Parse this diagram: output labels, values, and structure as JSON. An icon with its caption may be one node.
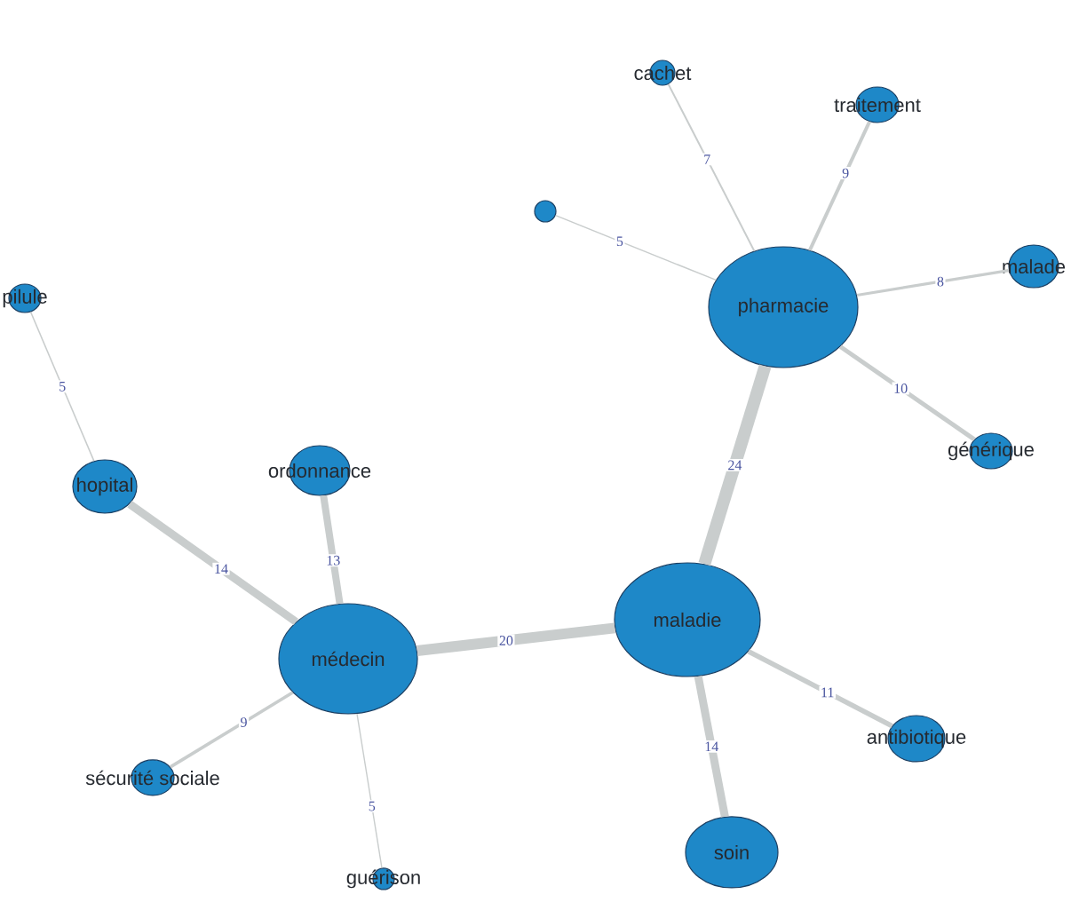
{
  "diagram": {
    "nodes": [
      {
        "text": [
          "cachet"
        ]
      },
      {
        "text": [
          "traitement"
        ]
      },
      {
        "text": [],
        "shape": "circle"
      },
      {
        "text": [
          "malade"
        ]
      },
      {
        "text": [
          "pilule"
        ]
      },
      {
        "text": [
          "pharmacie"
        ]
      },
      {
        "text": [
          "générique"
        ]
      },
      {
        "text": [
          "ordonnance"
        ]
      },
      {
        "text": [
          "hopital"
        ]
      },
      {
        "text": [
          "maladie"
        ]
      },
      {
        "text": [
          "médecin"
        ]
      },
      {
        "text": [
          "antibiotique"
        ]
      },
      {
        "text": [
          "sécurité sociale"
        ]
      },
      {
        "text": [
          "soin"
        ]
      },
      {
        "text": [
          "guérison"
        ]
      }
    ],
    "edges": [
      {
        "from": 5,
        "to": 0,
        "arrow": "none",
        "label": "7"
      },
      {
        "from": 5,
        "to": 1,
        "arrow": "none",
        "label": "9"
      },
      {
        "from": 5,
        "to": 2,
        "arrow": "none",
        "label": "5"
      },
      {
        "from": 5,
        "to": 3,
        "arrow": "none",
        "label": "8"
      },
      {
        "from": 5,
        "to": 6,
        "arrow": "none",
        "label": "10"
      },
      {
        "from": 5,
        "to": 9,
        "arrow": "none",
        "label": "24",
        "style": "thick"
      },
      {
        "from": 9,
        "to": 10,
        "arrow": "none",
        "label": "20",
        "style": "thick"
      },
      {
        "from": 9,
        "to": 11,
        "arrow": "none",
        "label": "11"
      },
      {
        "from": 9,
        "to": 13,
        "arrow": "none",
        "label": "14",
        "style": "thick"
      },
      {
        "from": 10,
        "to": 8,
        "arrow": "none",
        "label": "14",
        "style": "thick"
      },
      {
        "from": 10,
        "to": 7,
        "arrow": "none",
        "label": "13",
        "style": "thick"
      },
      {
        "from": 10,
        "to": 12,
        "arrow": "none",
        "label": "9"
      },
      {
        "from": 10,
        "to": 14,
        "arrow": "none",
        "label": "5"
      },
      {
        "from": 8,
        "to": 4,
        "arrow": "none",
        "label": "5"
      }
    ]
  }
}
